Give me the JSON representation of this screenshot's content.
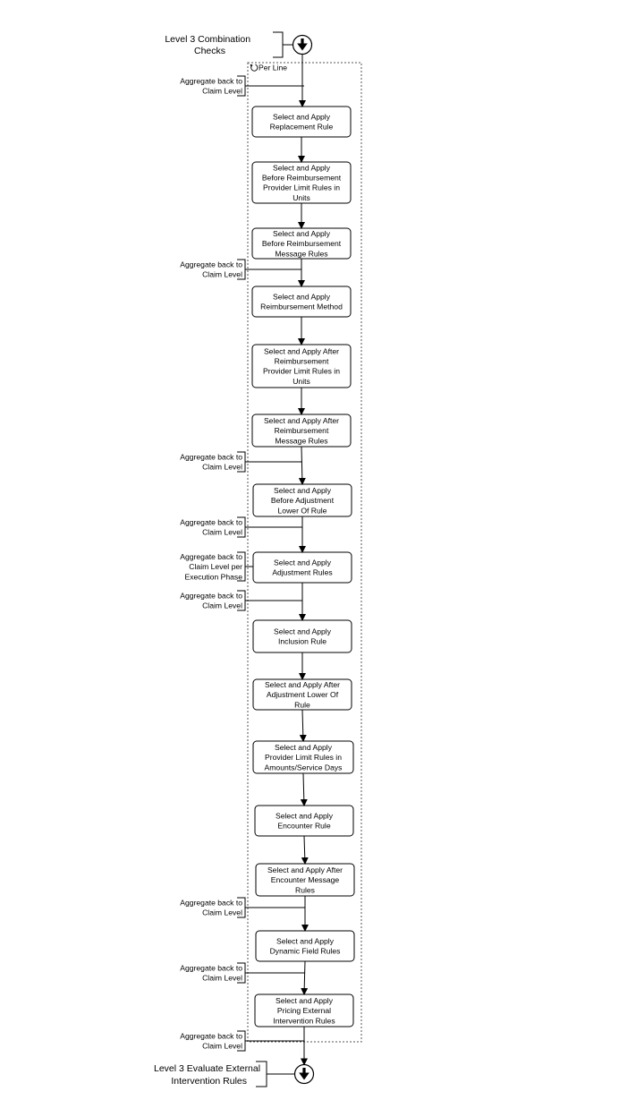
{
  "start_event": {
    "label_lines": [
      "Level 3 Combination",
      "Checks"
    ]
  },
  "loop_region": {
    "label": "Per Line"
  },
  "steps": [
    {
      "lines": [
        "Select and Apply",
        "Replacement Rule"
      ]
    },
    {
      "lines": [
        "Select and Apply",
        "Before Reimbursement",
        "Provider Limit Rules in",
        "Units"
      ]
    },
    {
      "lines": [
        "Select and Apply",
        "Before Reimbursement",
        "Message Rules"
      ]
    },
    {
      "lines": [
        "Select and Apply",
        "Reimbursement Method"
      ]
    },
    {
      "lines": [
        "Select and Apply After",
        "Reimbursement",
        "Provider Limit Rules in",
        "Units"
      ]
    },
    {
      "lines": [
        "Select and Apply After",
        "Reimbursement",
        "Message Rules"
      ]
    },
    {
      "lines": [
        "Select and Apply",
        "Before Adjustment",
        "Lower Of Rule"
      ]
    },
    {
      "lines": [
        "Select and Apply",
        "Adjustment Rules"
      ]
    },
    {
      "lines": [
        "Select and Apply",
        "Inclusion Rule"
      ]
    },
    {
      "lines": [
        "Select and Apply After",
        "Adjustment Lower Of",
        "Rule"
      ]
    },
    {
      "lines": [
        "Select and Apply",
        "Provider Limit Rules in",
        "Amounts/Service Days"
      ]
    },
    {
      "lines": [
        "Select and Apply",
        "Encounter Rule"
      ]
    },
    {
      "lines": [
        "Select and Apply After",
        "Encounter Message",
        "Rules"
      ]
    },
    {
      "lines": [
        "Select and Apply",
        "Dynamic Field Rules"
      ]
    },
    {
      "lines": [
        "Select and Apply",
        "Pricing External",
        "Intervention Rules"
      ]
    }
  ],
  "annotations": [
    {
      "lines": [
        "Aggregate back to",
        "Claim Level"
      ]
    },
    {
      "lines": [
        "Aggregate back to",
        "Claim Level"
      ]
    },
    {
      "lines": [
        "Aggregate back to",
        "Claim Level"
      ]
    },
    {
      "lines": [
        "Aggregate back to",
        "Claim Level"
      ]
    },
    {
      "lines": [
        "Aggregate back to",
        "Claim Level per",
        "Execution Phase"
      ]
    },
    {
      "lines": [
        "Aggregate back to",
        "Claim Level"
      ]
    },
    {
      "lines": [
        "Aggregate back to",
        "Claim Level"
      ]
    },
    {
      "lines": [
        "Aggregate back to",
        "Claim Level"
      ]
    },
    {
      "lines": [
        "Aggregate back to",
        "Claim Level"
      ]
    }
  ],
  "end_event": {
    "label_lines": [
      "Level 3 Evaluate External",
      "Intervention Rules"
    ]
  }
}
